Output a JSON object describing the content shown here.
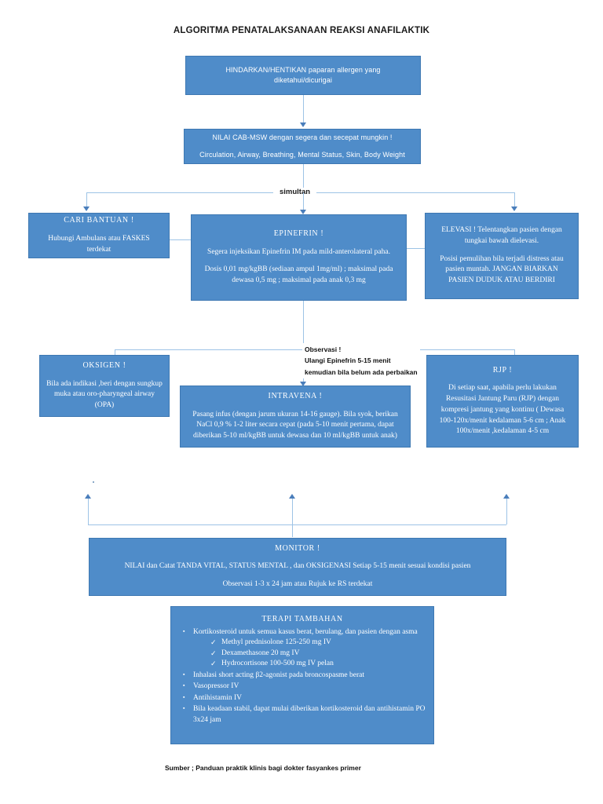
{
  "title": "ALGORITMA PENATALAKSANAAN REAKSI ANAFILAKTIK",
  "theme": {
    "box_fill": "#4f8cc9",
    "box_border": "#3e78b2",
    "connector": "#9dc3e6",
    "arrow": "#4a7ebb",
    "text": "#ffffff"
  },
  "nodes": {
    "avoid": {
      "line1": "HINDARKAN/HENTIKAN paparan allergen yang",
      "line2": "diketahui/dicurigai"
    },
    "assess": {
      "line1": "NILAI CAB-MSW dengan segera dan secepat mungkin !",
      "line2": "Circulation, Airway, Breathing, Mental Status, Skin, Body Weight"
    },
    "simultan_label": "simultan",
    "help": {
      "header": "CARI BANTUAN !",
      "body": "Hubungi Ambulans atau FASKES terdekat"
    },
    "epinefrin": {
      "header": "EPINEFRIN !",
      "body1": "Segera injeksikan Epinefrin IM pada mild-anterolateral paha.",
      "body2": "Dosis 0,01 mg/kgBB (sediaan ampul 1mg/ml) ; maksimal pada dewasa 0,5 mg ; maksimal pada anak 0,3 mg"
    },
    "elevasi": {
      "body1": "ELEVASI ! Telentangkan pasien dengan tungkai bawah dielevasi.",
      "body2": "Posisi pemulihan  bila terjadi distress atau pasien muntah. JANGAN BIARKAN PASIEN DUDUK ATAU BERDIRI"
    },
    "observasi": {
      "line1": "Observasi !",
      "line2": "Ulangi Epinefrin 5-15 menit",
      "line3": "kemudian bila belum ada perbaikan"
    },
    "oksigen": {
      "header": "OKSIGEN !",
      "body": "Bila ada indikasi ,beri dengan sungkup muka atau oro-pharyngeal airway (OPA)"
    },
    "intravena": {
      "header": "INTRAVENA !",
      "body": "Pasang infus (dengan jarum ukuran 14-16 gauge). Bila syok, berikan NaCl 0,9 % 1-2 liter secara cepat (pada 5-10 menit pertama, dapat diberikan 5-10 ml/kgBB untuk dewasa dan 10 ml/kgBB untuk anak)"
    },
    "rjp": {
      "header": "RJP !",
      "body": "Di setiap saat, apabila perlu lakukan Resusitasi Jantung Paru (RJP) dengan kompresi jantung yang kontinu ( Dewasa 100-120x/menit kedalaman 5-6 cm ; Anak 100x/menit ,kedalaman 4-5 cm"
    },
    "monitor": {
      "header": "MONITOR !",
      "line1": "NILAI dan Catat TANDA VITAL, STATUS MENTAL , dan OKSIGENASI Setiap 5-15 menit sesuai kondisi pasien",
      "line2": "Observasi 1-3 x 24 jam atau Rujuk ke RS terdekat"
    },
    "terapi": {
      "header": "TERAPI TAMBAHAN",
      "bullet_marker": "▪",
      "check_marker": "✓",
      "items": [
        "Kortikosteroid untuk semua kasus berat, berulang, dan pasien dengan asma",
        "Inhalasi short acting β2-agonist pada broncospasme berat",
        "Vasopressor IV",
        "Antihistamin IV",
        "Bila keadaan stabil, dapat mulai diberikan kortikosteroid dan antihistamin PO 3x24 jam"
      ],
      "sub_items": [
        "Methyl prednisolone 125-250 mg IV",
        "Dexamethasone 20 mg IV",
        "Hydrocortisone 100-500 mg IV pelan"
      ]
    },
    "sumber": "Sumber ; Panduan praktik klinis bagi dokter fasyankes primer"
  }
}
